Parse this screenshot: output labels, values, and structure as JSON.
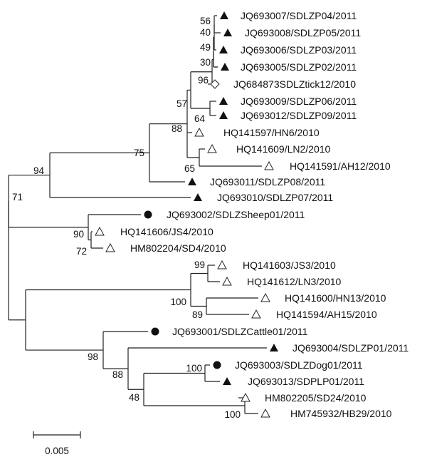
{
  "tree": {
    "nodes": [
      {
        "id": "n56",
        "support": "56"
      },
      {
        "id": "n40",
        "support": "40"
      },
      {
        "id": "n49",
        "support": "49"
      },
      {
        "id": "n30",
        "support": "30"
      },
      {
        "id": "n96",
        "support": "96"
      },
      {
        "id": "n64",
        "support": "64"
      },
      {
        "id": "n57",
        "support": "57"
      },
      {
        "id": "n65",
        "support": "65"
      },
      {
        "id": "n88a",
        "support": "88"
      },
      {
        "id": "n75",
        "support": "75"
      },
      {
        "id": "n94",
        "support": "94"
      },
      {
        "id": "n72",
        "support": "72"
      },
      {
        "id": "n90",
        "support": "90"
      },
      {
        "id": "n71",
        "support": "71"
      },
      {
        "id": "n99",
        "support": "99"
      },
      {
        "id": "n89",
        "support": "89"
      },
      {
        "id": "n100a",
        "support": "100"
      },
      {
        "id": "n100b",
        "support": "100"
      },
      {
        "id": "n100c",
        "support": "100"
      },
      {
        "id": "n48",
        "support": "48"
      },
      {
        "id": "n88b",
        "support": "88"
      },
      {
        "id": "n98",
        "support": "98"
      },
      {
        "id": "root",
        "support": ""
      }
    ],
    "leaves": [
      {
        "label": "JQ693007/SDLZP04/2011",
        "marker": "filled-triangle"
      },
      {
        "label": "JQ693008/SDLZP05/2011",
        "marker": "filled-triangle"
      },
      {
        "label": "JQ693006/SDLZP03/2011",
        "marker": "filled-triangle"
      },
      {
        "label": "JQ693005/SDLZP02/2011",
        "marker": "filled-triangle"
      },
      {
        "label": "JQ684873SDLZtick12/2010",
        "marker": "open-diamond"
      },
      {
        "label": "JQ693009/SDLZP06/2011",
        "marker": "filled-triangle"
      },
      {
        "label": "JQ693012/SDLZP09/2011",
        "marker": "filled-triangle"
      },
      {
        "label": "HQ141597/HN6/2010",
        "marker": "open-triangle"
      },
      {
        "label": "HQ141609/LN2/2010",
        "marker": "open-triangle"
      },
      {
        "label": "HQ141591/AH12/2010",
        "marker": "open-triangle"
      },
      {
        "label": "JQ693011/SDLZP08/2011",
        "marker": "filled-triangle"
      },
      {
        "label": "JQ693010/SDLZP07/2011",
        "marker": "filled-triangle"
      },
      {
        "label": "JQ693002/SDLZSheep01/2011",
        "marker": "filled-circle"
      },
      {
        "label": "HQ141606/JS4/2010",
        "marker": "open-triangle"
      },
      {
        "label": "HM802204/SD4/2010",
        "marker": "open-triangle"
      },
      {
        "label": "HQ141603/JS3/2010",
        "marker": "open-triangle"
      },
      {
        "label": "HQ141612/LN3/2010",
        "marker": "open-triangle"
      },
      {
        "label": "HQ141600/HN13/2010",
        "marker": "open-triangle"
      },
      {
        "label": "HQ141594/AH15/2010",
        "marker": "open-triangle"
      },
      {
        "label": "JQ693001/SDLZCattle01/2011",
        "marker": "filled-circle"
      },
      {
        "label": "JQ693004/SDLZP01/2011",
        "marker": "filled-triangle"
      },
      {
        "label": "JQ693003/SDLZDog01/2011",
        "marker": "filled-circle"
      },
      {
        "label": "JQ693013/SDPLP01/2011",
        "marker": "filled-triangle"
      },
      {
        "label": "HM802205/SD24/2010",
        "marker": "open-triangle"
      },
      {
        "label": "HM745932/HB29/2010",
        "marker": "open-triangle"
      }
    ],
    "scale_bar": {
      "label": "0.005"
    }
  }
}
